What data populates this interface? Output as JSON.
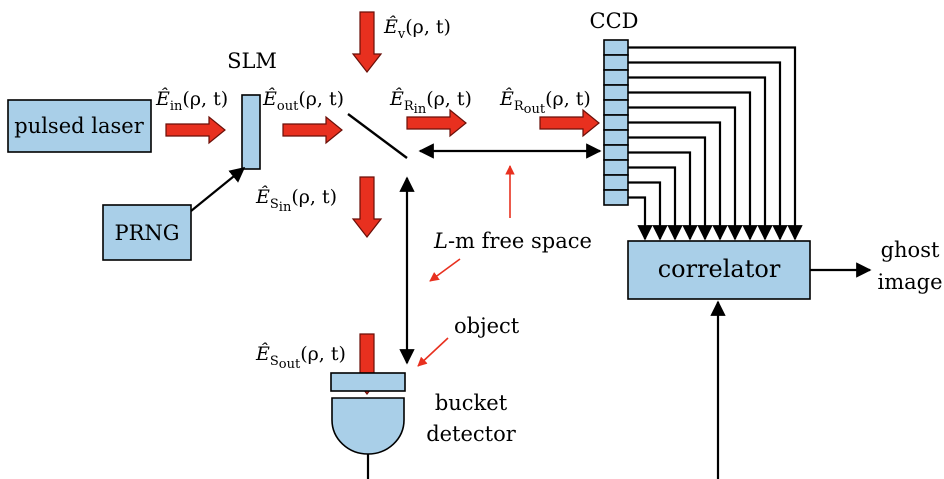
{
  "blocks": {
    "pulsed_laser": "pulsed laser",
    "prng": "PRNG",
    "slm": "SLM",
    "ccd": "CCD",
    "correlator": "correlator",
    "bucket_detector_line1": "bucket",
    "bucket_detector_line2": "detector"
  },
  "labels": {
    "ghost_image_line1": "ghost",
    "ghost_image_line2": "image",
    "free_space": "-m free space",
    "free_space_L": "L",
    "object": "object"
  },
  "fields": {
    "E_in": {
      "sub": "in"
    },
    "E_out": {
      "sub": "out"
    },
    "E_v": {
      "sub": "v"
    },
    "E_R_in": {
      "sub": "R",
      "subsub": "in"
    },
    "E_R_out": {
      "sub": "R",
      "subsub": "out"
    },
    "E_S_in": {
      "sub": "S",
      "subsub": "in"
    },
    "E_S_out": {
      "sub": "S",
      "subsub": "out"
    },
    "args": "(ρ, t)",
    "hat_E": "Ê"
  },
  "colors": {
    "block_fill": "#a9cfe8",
    "red_arrow": "#e8301f",
    "line": "#000000"
  },
  "ccd_pixel_count": 11
}
